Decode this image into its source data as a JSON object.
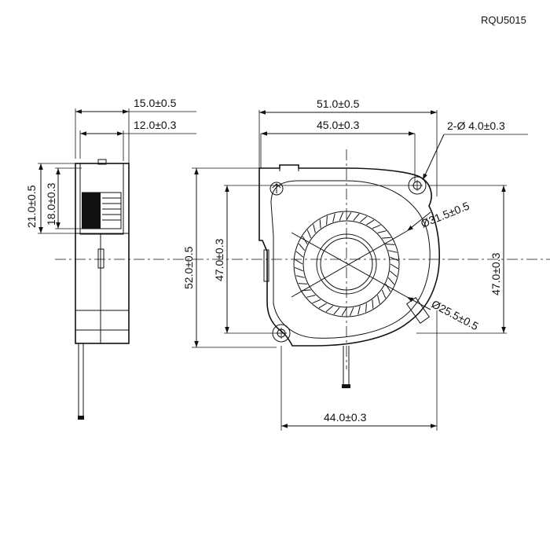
{
  "title": {
    "model": "RQU5015"
  },
  "side_view": {
    "overall_width": "15.0±0.5",
    "body_width": "12.0±0.3",
    "overall_height": "21.0±0.5",
    "inner_height": "18.0±0.3"
  },
  "front_view": {
    "overall_width": "51.0±0.5",
    "hole_spacing_width": "45.0±0.3",
    "mount_holes": "2-Ø 4.0±0.3",
    "overall_height": "52.0±0.5",
    "hole_spacing_height_left": "47.0±0.3",
    "hole_spacing_height_right": "47.0±0.3",
    "impeller_outer_diameter": "Ø31.5±0.5",
    "hub_diameter": "Ø25.5±0.5",
    "bottom_width": "44.0±0.3"
  }
}
